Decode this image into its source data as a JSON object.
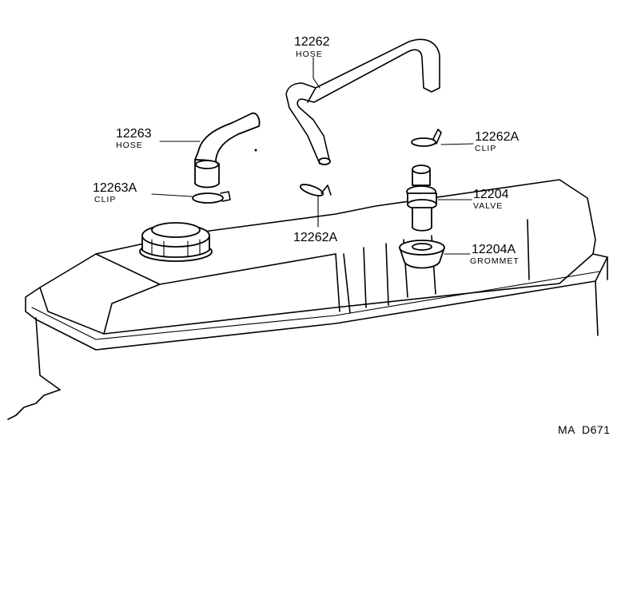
{
  "callouts": [
    {
      "id": "hose-12262",
      "number": "12262",
      "name": "HOSE"
    },
    {
      "id": "hose-12263",
      "number": "12263",
      "name": "HOSE"
    },
    {
      "id": "clip-12262a-right",
      "number": "12262A",
      "name": "CLIP"
    },
    {
      "id": "clip-12263a",
      "number": "12263A",
      "name": "CLIP"
    },
    {
      "id": "valve-12204",
      "number": "12204",
      "name": "VALVE"
    },
    {
      "id": "clip-12262a-center",
      "number": "12262A",
      "name": ""
    },
    {
      "id": "grommet-12204a",
      "number": "12204A",
      "name": "GROMMET"
    }
  ],
  "diagram_code": "MA  D671"
}
